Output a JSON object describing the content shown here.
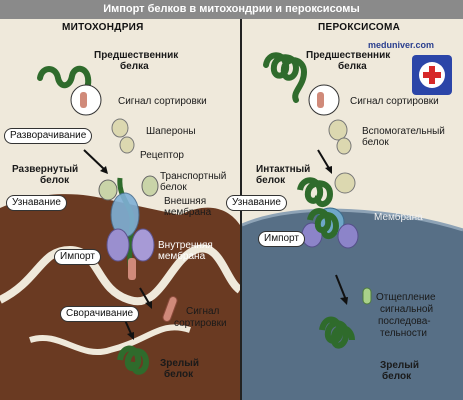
{
  "title": "Импорт белков в митохондрии и пероксисомы",
  "watermark": "meduniver.com",
  "mito": {
    "header": "МИТОХОНДРИЯ",
    "precursor": [
      "Предшественник",
      "белка"
    ],
    "sorting_signal": "Сигнал сортировки",
    "chaperones": "Шапероны",
    "unfolding": "Разворачивание",
    "receptor": "Рецептор",
    "unfolded": [
      "Развернутый",
      "белок"
    ],
    "transport": [
      "Транспортный",
      "белок"
    ],
    "recognition": "Узнавание",
    "outer_membrane": [
      "Внешняя",
      "мембрана"
    ],
    "import": "Импорт",
    "inner_membrane": [
      "Внутренняя",
      "мембрана"
    ],
    "folding": "Сворачивание",
    "signal_label": [
      "Сигнал",
      "сортировки"
    ],
    "mature": [
      "Зрелый",
      "белок"
    ]
  },
  "perox": {
    "header": "ПЕРОКСИСОМА",
    "precursor": [
      "Предшественник",
      "белка"
    ],
    "sorting_signal": "Сигнал сортировки",
    "helper": [
      "Вспомогательный",
      "белок"
    ],
    "intact": [
      "Интактный",
      "белок"
    ],
    "recognition": "Узнавание",
    "membrane": "Мембрана",
    "import": "Импорт",
    "cleavage": [
      "Отщепление",
      "сигнальной",
      "последова-",
      "тельности"
    ],
    "mature": [
      "Зрелый",
      "белок"
    ]
  }
}
